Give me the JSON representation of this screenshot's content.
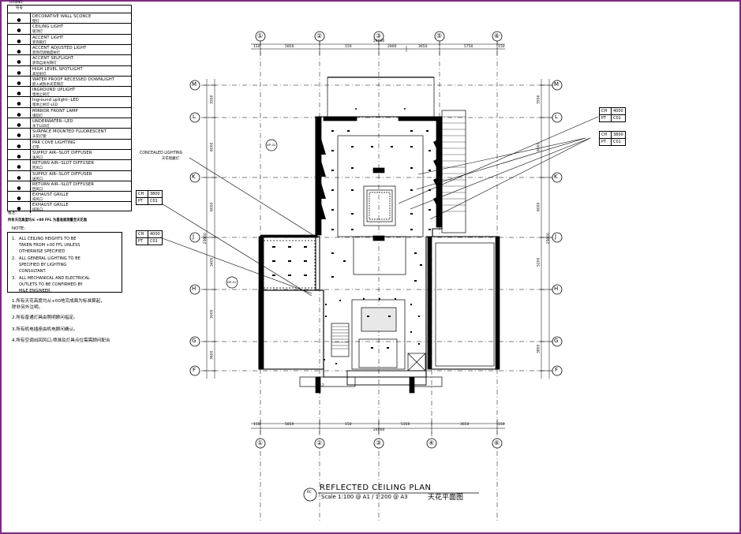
{
  "legend": {
    "header_label": "LEGEND",
    "col_label": "符号",
    "items": [
      {
        "icon": "wall-sconce-icon",
        "en": "DECORATIVE WALL SCONCE",
        "cn": "壁灯"
      },
      {
        "icon": "ceiling-light-icon",
        "en": "CEILING LIGHT",
        "cn": "吸顶灯"
      },
      {
        "icon": "accent-light-icon",
        "en": "ACCENT LIGHT",
        "cn": "装饰筒灯"
      },
      {
        "icon": "accent-adjusted-light-icon",
        "en": "ACCENT ADJUSTED LIGHT",
        "cn": "装饰可调角度射灯"
      },
      {
        "icon": "accent-selflight-icon",
        "en": "ACCENT SELFLIGHT",
        "cn": "装饰自发光筒灯"
      },
      {
        "icon": "spotlight-icon",
        "en": "HIGH LEVEL SPOTLIGHT",
        "cn": "高位射灯"
      },
      {
        "icon": "recessed-downlight-icon",
        "en": "WATER PROOF RECESSED DOWNLIGHT",
        "cn": "嵌入式防水天花筒灯"
      },
      {
        "icon": "inground-uplight-icon",
        "en": "INGROUND UPLIGHT",
        "cn": "埋地上射灯"
      },
      {
        "icon": "inground-led-icon",
        "en": "Inground uplight--LED",
        "cn": "埋地上射灯-LED"
      },
      {
        "icon": "mirror-lamp-icon",
        "en": "MIRROR FRONT LAMP",
        "cn": "镜前灯"
      },
      {
        "icon": "underwater-led-icon",
        "en": "UNDERWATER--LED",
        "cn": "水下LED灯"
      },
      {
        "icon": "fluorescent-icon",
        "en": "SURFACE MOUNTED FLUORESCENT",
        "cn": "天花灯管"
      },
      {
        "icon": "par-cove-icon",
        "en": "PAR COVE LIGHTING",
        "cn": "灯带"
      },
      {
        "icon": "supply-diffuser-icon",
        "en": "SUPPLY AIR--SLOT DIFFUSER",
        "cn": "送风口"
      },
      {
        "icon": "return-diffuser-icon",
        "en": "RETURN AIR--SLOT DIFFUSER",
        "cn": "回风口"
      },
      {
        "icon": "supply-diffuser-2-icon",
        "en": "SUPPLY AIR--SLOT DIFFUSER",
        "cn": "送风口"
      },
      {
        "icon": "return-diffuser-2-icon",
        "en": "RETURN AIR--SLOT DIFFUSER",
        "cn": "回风口"
      },
      {
        "icon": "exhaust-grille-icon",
        "en": "EXHAUST GRILLE",
        "cn": "排风口"
      },
      {
        "icon": "exhaust-grille-2-icon",
        "en": "EXHAUST GRILLE",
        "cn": "排风口"
      }
    ]
  },
  "remark": {
    "label": "备注：",
    "text": "所有天花高度均从 +00 FFL 为基准面测量至天花面"
  },
  "notes": {
    "title": "NOTE:",
    "items": [
      {
        "num": "1.",
        "lines": [
          "ALL CEILING HEIGHTS TO BE",
          "TAKEN FROM +00 FFL UNLESS",
          "OTHERWISE SPECIFIED"
        ]
      },
      {
        "num": "2.",
        "lines": [
          "ALL GENERAL LIGHTING TO BE",
          "SPECIFIED BY LIGHTING",
          "CONSULTANT."
        ]
      },
      {
        "num": "3.",
        "lines": [
          "ALL MECHANICAL AND ELECTRICAL",
          "OUTLETS TO BE CONFIRMED BY",
          "M&E ENGINEER."
        ]
      }
    ]
  },
  "cn_notes": [
    "1.所有天花高度均从+00地完成面为标准算起，",
    "除非另外注明。",
    "2.所有普通灯具由照明顾问指定。",
    "3.所有机电插座由机电顾问确认。",
    "4.所有空调出回风口,喷淋及灯具点位需需顾问配合"
  ],
  "grid": {
    "columns": [
      "①",
      "②",
      "③",
      "⑤",
      "⑥"
    ],
    "columns_bottom": [
      "①",
      "②",
      "③",
      "④",
      "⑥"
    ],
    "rows": [
      "M",
      "L",
      "K",
      "J",
      "H",
      "G",
      "F"
    ],
    "top_dims": [
      "150",
      "5850",
      "150",
      "2800",
      "3650",
      "5750",
      "150"
    ],
    "top_total": "24000",
    "bottom_dims": [
      "150",
      "5850",
      "150",
      "5350",
      "3650",
      "150"
    ],
    "bottom_total": "24000",
    "left_dims": [
      "3550",
      "6000",
      "6000",
      "3400",
      "3000",
      "3600"
    ],
    "right_dims": [
      "3550",
      "6000",
      "6000",
      "5200",
      "3800"
    ],
    "side_total": "25600",
    "right_total": "25600"
  },
  "callouts": {
    "concealed_en": "CONCEALED LIGHTING",
    "concealed_cn": "天花暗藏灯",
    "tags": [
      {
        "ch": "CH",
        "ch_val": "4000",
        "pt": "PT",
        "pt_val": "C01"
      },
      {
        "ch": "CH",
        "ch_val": "3800",
        "pt": "PT",
        "pt_val": "C01"
      },
      {
        "ch": "CH",
        "ch_val": "3800",
        "pt": "PT",
        "pt_val": "C01"
      },
      {
        "ch": "CH",
        "ch_val": "4000",
        "pt": "PT",
        "pt_val": "C01"
      }
    ],
    "section_marks": [
      "DP-02",
      "DP-01"
    ],
    "stair": "1/12"
  },
  "title_block": {
    "marker": "RC",
    "title": "REFLECTED CEILING PLAN",
    "scale": "Scale 1:100 @ A1 / 1:200 @ A3",
    "title_cn": "天花平面图"
  },
  "colors": {
    "line": "#000000",
    "hatch": "#000000",
    "frame": "#7a2a82"
  }
}
